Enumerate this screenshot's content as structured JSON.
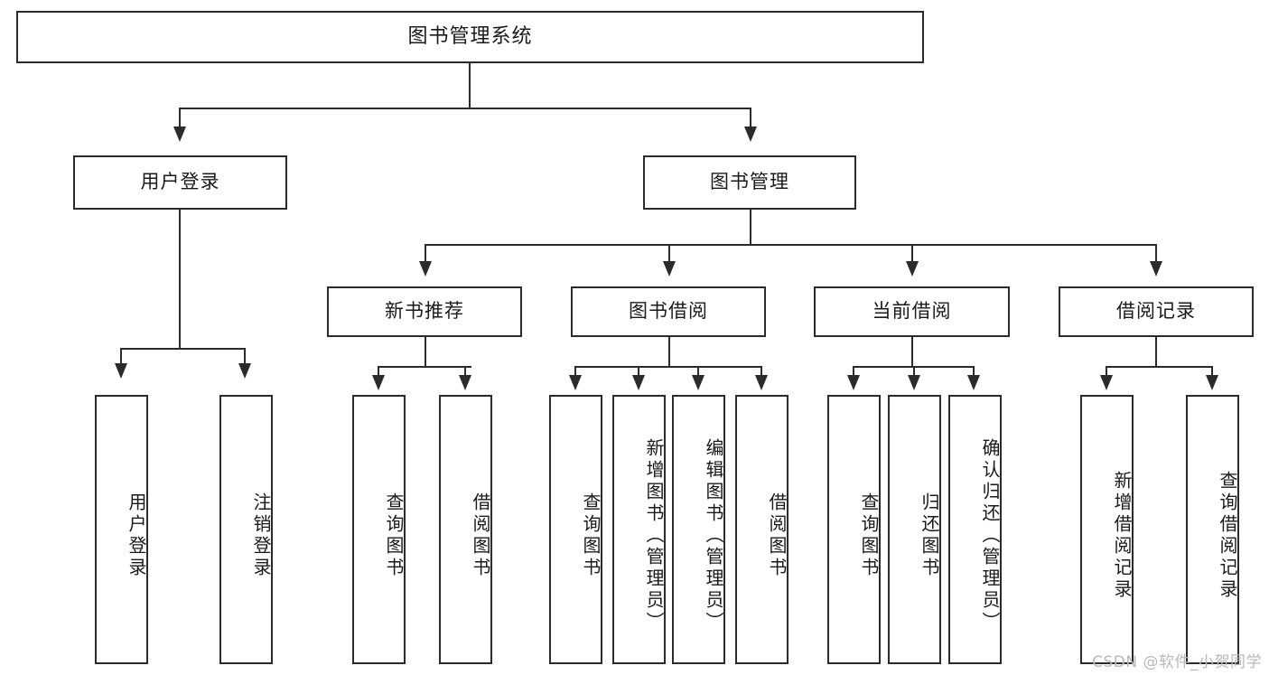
{
  "diagram": {
    "kind": "tree-structure-chart",
    "root": {
      "id": "root",
      "label": "图书管理系统"
    },
    "level2": [
      {
        "id": "user-login",
        "label": "用户登录"
      },
      {
        "id": "book-manage",
        "label": "图书管理"
      }
    ],
    "level3": [
      {
        "id": "new-book-recommend",
        "label": "新书推荐",
        "parent": "book-manage"
      },
      {
        "id": "book-borrow",
        "label": "图书借阅",
        "parent": "book-manage"
      },
      {
        "id": "current-borrow",
        "label": "当前借阅",
        "parent": "book-manage"
      },
      {
        "id": "borrow-record",
        "label": "借阅记录",
        "parent": "book-manage"
      }
    ],
    "leaves": [
      {
        "id": "leaf-user-login",
        "label": "用户登录",
        "parent": "user-login"
      },
      {
        "id": "leaf-logout",
        "label": "注销登录",
        "parent": "user-login"
      },
      {
        "id": "leaf-query-book-1",
        "label": "查询图书",
        "parent": "new-book-recommend"
      },
      {
        "id": "leaf-borrow-book-1",
        "label": "借阅图书",
        "parent": "new-book-recommend"
      },
      {
        "id": "leaf-query-book-2",
        "label": "查询图书",
        "parent": "book-borrow"
      },
      {
        "id": "leaf-add-book",
        "label": "新增图书（管理员）",
        "parent": "book-borrow"
      },
      {
        "id": "leaf-edit-book",
        "label": "编辑图书（管理员）",
        "parent": "book-borrow"
      },
      {
        "id": "leaf-borrow-book-2",
        "label": "借阅图书",
        "parent": "book-borrow"
      },
      {
        "id": "leaf-query-book-3",
        "label": "查询图书",
        "parent": "current-borrow"
      },
      {
        "id": "leaf-return-book",
        "label": "归还图书",
        "parent": "current-borrow"
      },
      {
        "id": "leaf-confirm-return",
        "label": "确认归还（管理员）",
        "parent": "current-borrow"
      },
      {
        "id": "leaf-add-record",
        "label": "新增借阅记录",
        "parent": "borrow-record"
      },
      {
        "id": "leaf-query-record",
        "label": "查询借阅记录",
        "parent": "borrow-record"
      }
    ]
  },
  "watermark": {
    "text": "CSDN @软件_小贺同学"
  },
  "colors": {
    "border": "#2b2b2b",
    "background": "#ffffff",
    "text": "#1a1a1a",
    "watermark": "#b9b9b9"
  }
}
